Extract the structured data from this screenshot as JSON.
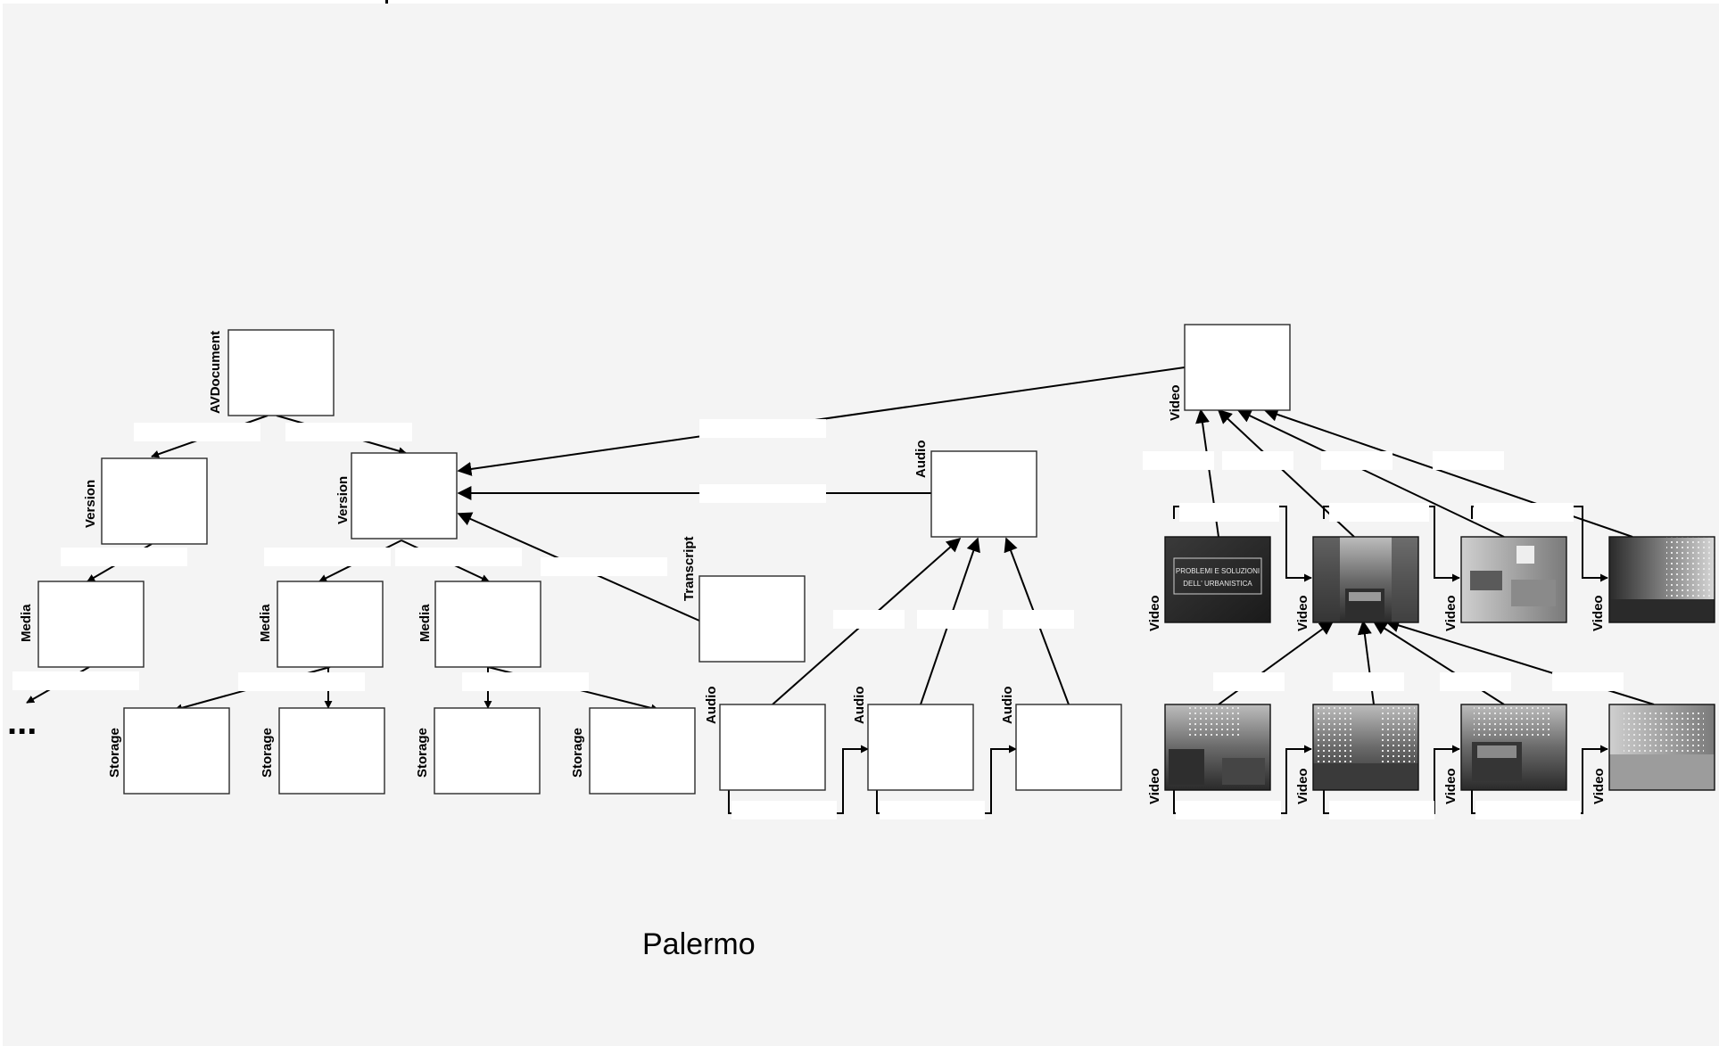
{
  "caption": "Palermo",
  "ellipsis": "...",
  "thumbnail_title_lines": [
    "PROBLEMI E SOLUZIONI",
    "DELL' URBANISTICA"
  ],
  "node_types": {
    "avdocument": "AVDocument",
    "version": "Version",
    "media": "Media",
    "storage": "Storage",
    "transcript": "Transcript",
    "audio": "Audio",
    "video": "Video"
  },
  "colors": {
    "background": "#f4f4f4",
    "node_fill": "#ffffff",
    "edge": "#000000"
  }
}
